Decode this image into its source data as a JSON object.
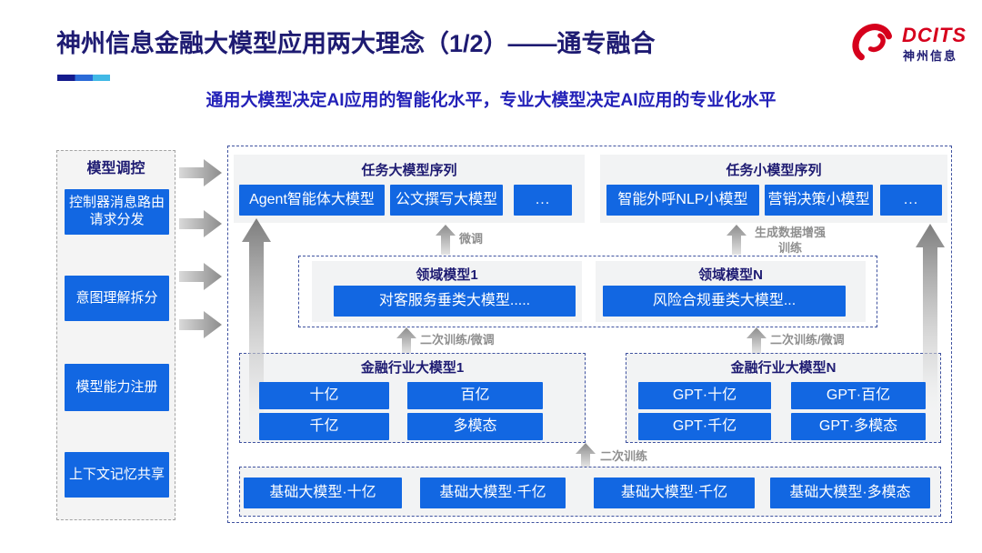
{
  "header": {
    "title": "神州信息金融大模型应用两大理念（1/2）——通专融合",
    "subtitle": "通用大模型决定AI应用的智能化水平，专业大模型决定AI应用的专业化水平",
    "logo_text": "DCITS",
    "logo_subtext": "神州信息"
  },
  "sidebar": {
    "header": "模型调控",
    "items": [
      "控制器消息路由请求分发",
      "意图理解拆分",
      "模型能力注册",
      "上下文记忆共享"
    ]
  },
  "task_large_models": {
    "header": "任务大模型序列",
    "items": [
      "Agent智能体大模型",
      "公文撰写大模型",
      "..."
    ]
  },
  "task_small_models": {
    "header": "任务小模型序列",
    "items": [
      "智能外呼NLP小模型",
      "营销决策小模型",
      "..."
    ]
  },
  "domain_models": {
    "left": {
      "header": "领域模型1",
      "item": "对客服务垂类大模型....."
    },
    "right": {
      "header": "领域模型N",
      "item": "风险合规垂类大模型..."
    }
  },
  "industry_models": {
    "left": {
      "header": "金融行业大模型1",
      "items": [
        "十亿",
        "百亿",
        "千亿",
        "多模态"
      ]
    },
    "right": {
      "header": "金融行业大模型N",
      "items": [
        "GPT·十亿",
        "GPT·百亿",
        "GPT·千亿",
        "GPT·多模态"
      ]
    }
  },
  "base_models": {
    "items": [
      "基础大模型·十亿",
      "基础大模型·千亿",
      "基础大模型·千亿",
      "基础大模型·多模态"
    ]
  },
  "arrow_labels": {
    "finetune": "微调",
    "gen_data_training": "生成数据增强训练",
    "second_training_finetune_left": "二次训练/微调",
    "second_training_finetune_right": "二次训练/微调",
    "second_training": "二次训练"
  },
  "colors": {
    "accent_blue": "#1267e2",
    "navy": "#1e1b72",
    "subtitle_blue": "#2321b8",
    "logo_red": "#d6001c",
    "label_gray": "#8f8f8f"
  }
}
